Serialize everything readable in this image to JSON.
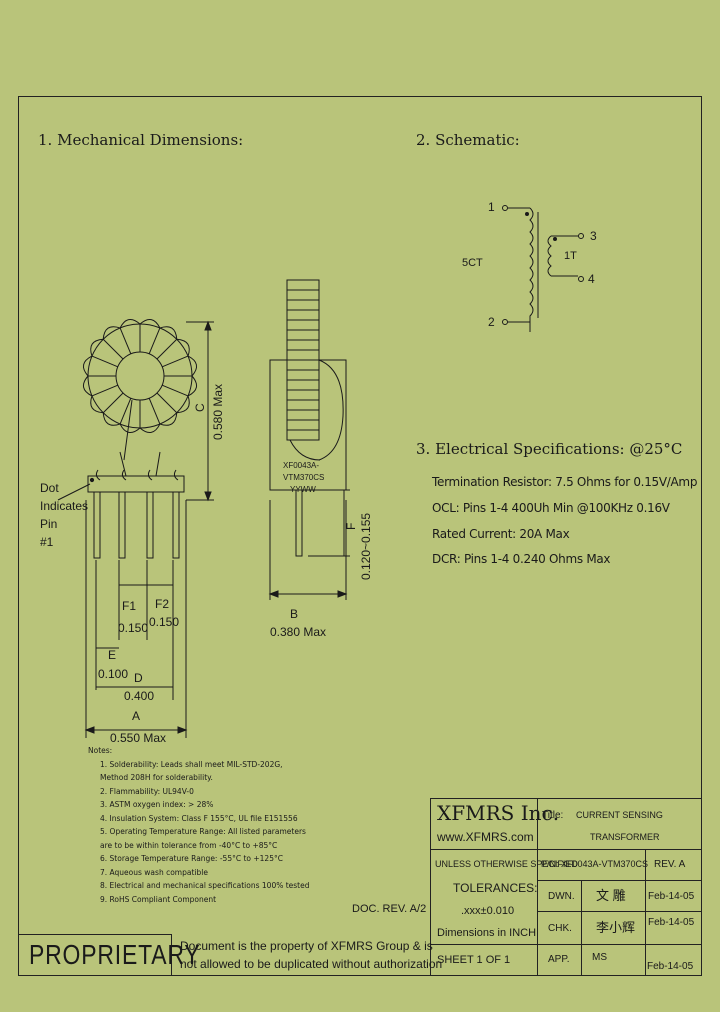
{
  "sections": {
    "mechanical": "1. Mechanical Dimensions:",
    "schematic": "2. Schematic:",
    "electrical": "3. Electrical  Specifications: @25°C"
  },
  "schematic": {
    "pin1": "1",
    "pin2": "2",
    "pin3": "3",
    "pin4": "4",
    "primary": "5CT",
    "secondary": "1T"
  },
  "electrical_specs": [
    "Termination Resistor: 7.5 Ohms for 0.15V/Amp",
    "OCL:  Pins 1-4 400Uh  Min @100KHz 0.16V",
    "Rated Current:  20A Max",
    "DCR: Pins 1-4 0.240 Ohms Max"
  ],
  "mechanical": {
    "dot_label": [
      "Dot",
      "Indicates",
      "Pin",
      "#1"
    ],
    "c_label": "C",
    "c_value": "0.580 Max",
    "marking": [
      "XF0043A-",
      "VTM370CS",
      "YYWW"
    ],
    "f_label": "F",
    "f_value": "0.120~0.155",
    "f1_label": "F1",
    "f1_value": "0.150",
    "f2_label": "F2",
    "f2_value": "0.150",
    "e_label": "E",
    "e_value": "0.100",
    "d_label": "D",
    "d_value": "0.400",
    "a_label": "A",
    "a_value": "0.550 Max",
    "b_label": "B",
    "b_value": "0.380 Max"
  },
  "notes": {
    "title": "Notes:",
    "items": [
      "1. Solderability: Leads shall meet MIL-STD-202G,",
      "    Method 208H for solderability.",
      "2. Flammability: UL94V-0",
      "3. ASTM oxygen index: > 28%",
      "4. Insulation System: Class F 155°C, UL file E151556",
      "5. Operating Temperature Range: All listed parameters",
      "    are to be within tolerance from -40°C to +85°C",
      "6. Storage Temperature Range: -55°C to +125°C",
      "7. Aqueous wash compatible",
      "8. Electrical and mechanical specifications 100% tested",
      "9. RoHS Compliant Component"
    ]
  },
  "title_block": {
    "company": "XFMRS Inc.",
    "website": "www.XFMRS.com",
    "title_label": "Title:",
    "title_line1": "CURRENT SENSING",
    "title_line2": "TRANSFORMER",
    "unless": "UNLESS OTHERWISE SPECIFIED",
    "tolerances": "TOLERANCES:",
    "tol_value": ".xxx±0.010",
    "dims": "Dimensions in INCH",
    "pn": "P/N: XF0043A-VTM370CS",
    "rev": "REV. A",
    "dwn_label": "DWN.",
    "dwn_name": "文  雕",
    "dwn_date": "Feb-14-05",
    "chk_label": "CHK.",
    "chk_name": "李小辉",
    "chk_date": "Feb-14-05",
    "app_label": "APP.",
    "app_name": "MS",
    "app_date": "Feb-14-05",
    "sheet": "SHEET  1  OF  1",
    "doc_rev": "DOC. REV. A/2",
    "proprietary": "PROPRIETARY",
    "statement1": "Document is the property of XFMRS Group & is",
    "statement2": "not allowed to be duplicated without authorization"
  }
}
